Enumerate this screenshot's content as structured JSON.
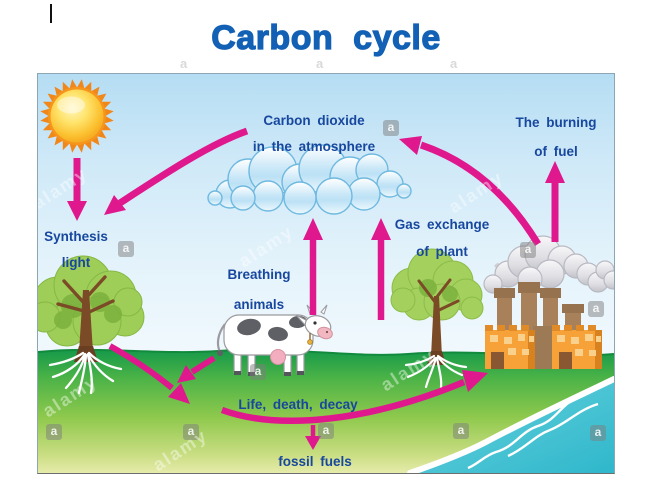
{
  "page": {
    "title": "Carbon cycle"
  },
  "diagram": {
    "labels": {
      "co2": {
        "line1": "Carbon dioxide",
        "line2": "in the atmosphere"
      },
      "synthesis": {
        "line1": "Synthesis",
        "line2": "light"
      },
      "breathing": {
        "line1": "Breathing",
        "line2": "animals"
      },
      "gas_exchange": {
        "line1": "Gas exchange",
        "line2": "of plant"
      },
      "burning": {
        "line1": "The burning",
        "line2": "of fuel"
      },
      "life_death_decay": {
        "line1": "Life, death, decay"
      },
      "fossil_fuels": {
        "line1": "fossil fuels"
      }
    },
    "elements": [
      "sun",
      "cloud-atmosphere",
      "tree-left-with-roots",
      "tree-right-with-roots",
      "cow",
      "factory-with-smoke",
      "sea-shore"
    ],
    "colors": {
      "title_blue": "#1261b5",
      "label_blue": "#17479e",
      "arrow_magenta": "#e0188e",
      "sky_blue": "#b5ddf3",
      "grass_green": "#2aa24d",
      "ground_yellow_green": "#dde6a0",
      "water_teal": "#3fc0d0",
      "sun_orange": "#f29a18",
      "foliage_green": "#9ecd58",
      "trunk_brown": "#7b4a26",
      "factory_orange": "#f6a238",
      "chimney_brown": "#a8815a",
      "smoke_gray": "#d9d9de",
      "cow_spot_gray": "#5f6065"
    }
  },
  "watermark": {
    "badge": "a",
    "brand": "alamy"
  }
}
